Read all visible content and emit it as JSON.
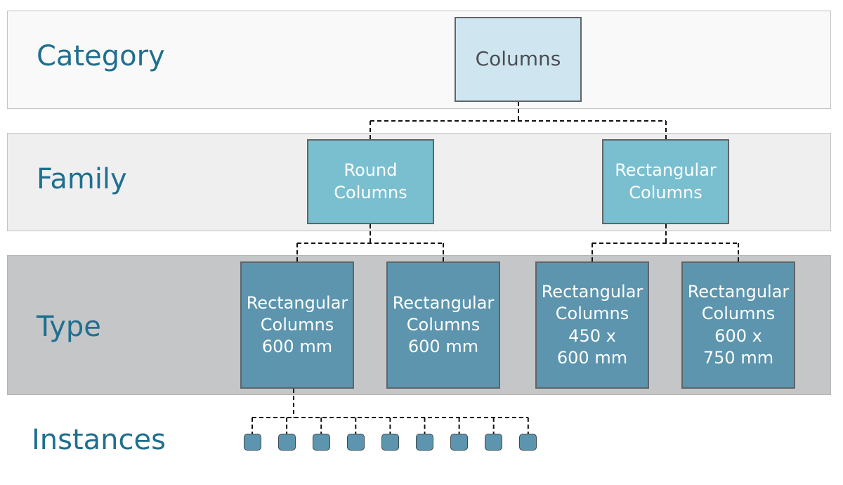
{
  "levels": {
    "category": "Category",
    "family": "Family",
    "type": "Type",
    "instances": "Instances"
  },
  "category_node": "Columns",
  "family_nodes": [
    "Round\nColumns",
    "Rectangular\nColumns"
  ],
  "type_nodes": [
    "Rectangular\nColumns\n600 mm",
    "Rectangular\nColumns\n600 mm",
    "Rectangular\nColumns\n450 x\n600 mm",
    "Rectangular\nColumns\n600 x\n750 mm"
  ],
  "instance_count": 9,
  "colors": {
    "label_text": "#1f6f8f",
    "category_fill": "#cfe6f1",
    "family_fill": "#79bfcf",
    "type_fill": "#5c95ad",
    "instance_fill": "#5c95ad",
    "connector": "#111111"
  }
}
